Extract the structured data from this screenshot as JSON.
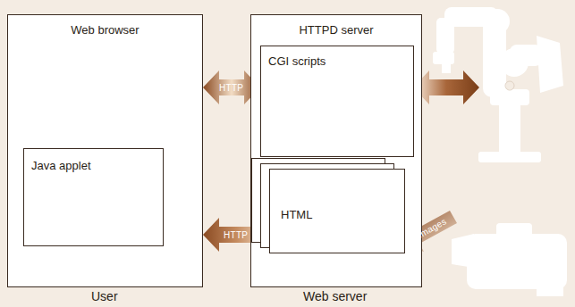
{
  "diagram": {
    "nodes": [
      {
        "text": [
          "Web browser",
          "User"
        ]
      },
      {
        "text": [
          "Java applet"
        ],
        "in": 0
      },
      {
        "text": [
          "HTTPD server",
          "Web server"
        ]
      },
      {
        "text": [
          "CGI scripts"
        ],
        "in": 2
      },
      {
        "text": [
          "HTML"
        ],
        "in": 2
      }
    ],
    "edges": [
      {
        "from": 0,
        "to": 3,
        "arrow": "both",
        "label": "HTTP"
      },
      {
        "from": 4,
        "to": 0,
        "arrow": "to",
        "label": "HTTP"
      }
    ],
    "labels": [
      "Images"
    ]
  }
}
